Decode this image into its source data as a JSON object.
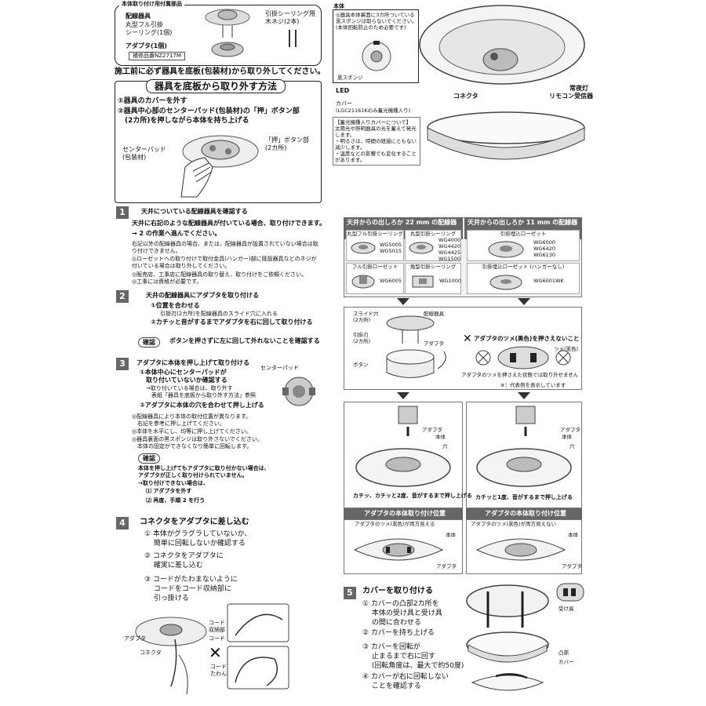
{
  "accessories": {
    "title": "本体取り付け用付属部品",
    "ceiling_adapter_label": "配線器具",
    "round_ceiling": "丸型フル引掛\nシーリング(1個)",
    "screws": "引掛シーリング用\n木ネジ(2本)",
    "adapter": "アダプタ(1個)",
    "part_no": "補修品番NZ2717M"
  },
  "body_box": {
    "title": "本体",
    "sponge_note": "◎器具本体裏面に3カ所ついている黒スポンジは取らないでください。(本体回転防止のため必要です)",
    "sponge_label": "黒スポンジ",
    "led": "LED",
    "cover_label": "カバー",
    "cover_sub": "(LGC21161Kのみ蓄光機種入り)",
    "night_light": "常夜灯",
    "connector": "コネクタ",
    "remote_receiver": "リモコン受信器",
    "phosphor_note": "【蓄光機種入りカバーについて】\n太陽光や照明器具の光を蓄えて発光します。\n・明るさは、時間の経過にともない減少します。\n・温度などの影響でも変化することがあります。"
  },
  "warning": "施工前に必ず器具を底板(包装材)から取り外してください。",
  "removal": {
    "title": "器具を底板から取り外す方法",
    "step1": "①器具のカバーを外す",
    "step2": "②器具中心部のセンターパッド(包装材)の「押」ボタン部\n　(2カ所)を押しながら本体を持ち上げる",
    "center_pad": "センターパッド\n(包装材)",
    "push_btn": "「押」ボタン部\n(2カ所)"
  },
  "step1": {
    "num": "1",
    "title": "天井についている配線器具を確認する",
    "line1": "天井に右記のような配線器具が付いている場合、取り付けできます。",
    "line2": "→ 2 の作業へ進んでください。",
    "note1": "右記以外の配線器具の場合、または、配線器具が設置されていない場合は取り付けできません。",
    "note2": "◎ローゼットへの取り付けで取付金具(ハンガー)部に既設器具などのネジが付いている場合は取り外してください。",
    "note3": "◎販売店、工事店に配線器具の取り替え、取り付けをご依頼ください。",
    "note4": "◎工事には資格が必要です。"
  },
  "step2": {
    "num": "2",
    "title": "天井の配線器具にアダプタを取り付ける",
    "a": "①位置を合わせる",
    "a_sub": "引掛刃(2カ所)を配線器具のスライド穴に入れる",
    "b": "②カチッと音がするまでアダプタを右に回して取り付ける",
    "confirm_tag": "確認",
    "confirm": "ボタンを押さずに左に回して外れないことを確認する"
  },
  "step3": {
    "num": "3",
    "title": "アダプタに本体を押し上げて取り付ける",
    "a": "①本体中心にセンターパッドが\n　取り付いていないか確認する",
    "a_sub": "→取り付いている場合は、取り外す\n　表紙「器具を底板から取り外す方法」参照",
    "b": "②アダプタに本体の穴を合わせて押し上げる",
    "center_pad": "センターパッド",
    "note1": "◎配線器具により本体の取付位置が異なります。\n　右記を参考に押し上げてください。",
    "note2": "◎本体を水平にし、均等に押し上げてください。",
    "note3": "◎器具裏面の黒スポンジは取り外さないでください。\n　本体の固定ができなくなり簡単に回転します。",
    "confirm_tag": "確認",
    "c1": "本体を押し上げてもアダプタに取り付かない場合は、\nアダプタが正しく取り付けられていません。",
    "c2": "→取り付けできない場合は、",
    "c3": "⑴ アダプタを外す",
    "c4": "⑵ 再度、手順 2 を行う"
  },
  "step4": {
    "num": "4",
    "title": "コネクタをアダプタに差し込む",
    "a": "① 本体がグラグラしていないか、\n　 簡単に回転しないか確認する",
    "b": "② コネクタをアダプタに\n　 確実に差し込む",
    "c": "③ コードがたわまないように\n　 コードをコード収納部に\n　 引っ掛ける",
    "adapter": "アダプタ",
    "connector": "コネクタ",
    "cord_storage": "コード\n収納部",
    "cord": "コード",
    "cord_sag": "コードが\nたわんでいる"
  },
  "table": {
    "left_head": "天井からの出しろか 22 mm の配線器具",
    "right_head": "天井からの出しろか 11 mm の配線器具",
    "l1": "丸型フル引掛シーリング",
    "l1_codes": "WG5005\nWG5015",
    "l2": "丸型引掛シーリング",
    "l2_codes": "WG4000\nWG4420\nWG4425\nWG1500",
    "l3": "フル引掛ローゼット",
    "l3_codes": "WG6005",
    "l4": "角型引掛シーリング",
    "l4_codes": "WG1000",
    "r1": "引掛埋込ローゼット",
    "r1_codes": "WG6000\nWG6420\nWG6130",
    "r2": "引掛埋込ローゼット (ハンガーなし)",
    "r2_codes": "WG6001WK"
  },
  "adapter_diag": {
    "slide_hole": "スライド穴\n(2カ所)",
    "fixture": "配線器具",
    "hook_blade": "引掛刃\n(2カ所)",
    "adapter": "アダプタ",
    "button": "ボタン",
    "dont_push": "アダプタのツメ(黒色)を押さえないこと",
    "claw": "ツメ(黒色)",
    "cannot_remove": "アダプタのツメを押さえた状態では取り外せません",
    "rep_note": "※：代表例を表示しています"
  },
  "mount": {
    "adapter": "アダプタ",
    "body": "本体",
    "hole": "穴",
    "click_left": "カチッ、カチッと2度、音がするまで押し上げる",
    "click_right": "カチッと1度、音がするまで押し上げる",
    "pos_title": "アダプタの本体取り付け位置",
    "left_claw": "アダプタのツメ(黒色)が両方見える",
    "right_claw": "アダプタのツメ(黒色)が両方見えない"
  },
  "step5": {
    "num": "5",
    "title": "カバーを取り付ける",
    "a": "① カバーの凸部2カ所を\n　 本体の受け具と受け具\n　 の間に合わせる",
    "b": "② カバーを持ち上げる",
    "c": "③ カバーを回転が\n　 止まるまで右に回す\n　 (回転角度は、最大で約50度)",
    "d": "④ カバーが右に回転しない\n　 ことを確認する",
    "bracket": "受け具",
    "protrusion": "凸部",
    "cover": "カバー"
  }
}
